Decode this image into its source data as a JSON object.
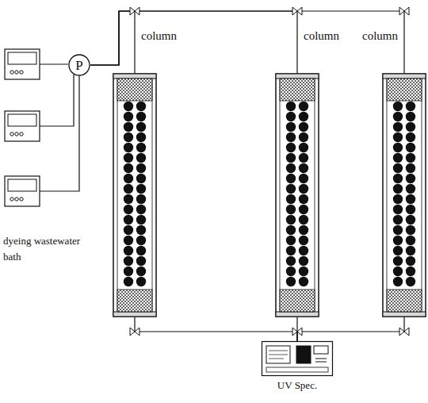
{
  "diagram": {
    "nodes": [
      {
        "text": [
          "P"
        ]
      },
      {
        "text": [
          "column"
        ]
      },
      {
        "text": [
          "column"
        ]
      },
      {
        "text": [
          "column"
        ]
      },
      {
        "text": [
          "UV Spec."
        ]
      }
    ],
    "edges": [
      {
        "from": 0,
        "to": 1,
        "arrow": "none"
      },
      {
        "from": 0,
        "to": 2,
        "arrow": "none"
      },
      {
        "from": 0,
        "to": 3,
        "arrow": "none"
      },
      {
        "from": 1,
        "to": 4,
        "arrow": "none"
      },
      {
        "from": 2,
        "to": 4,
        "arrow": "none"
      },
      {
        "from": 3,
        "to": 4,
        "arrow": "none"
      }
    ],
    "labels": [
      "dyeing wastewater bath"
    ]
  }
}
